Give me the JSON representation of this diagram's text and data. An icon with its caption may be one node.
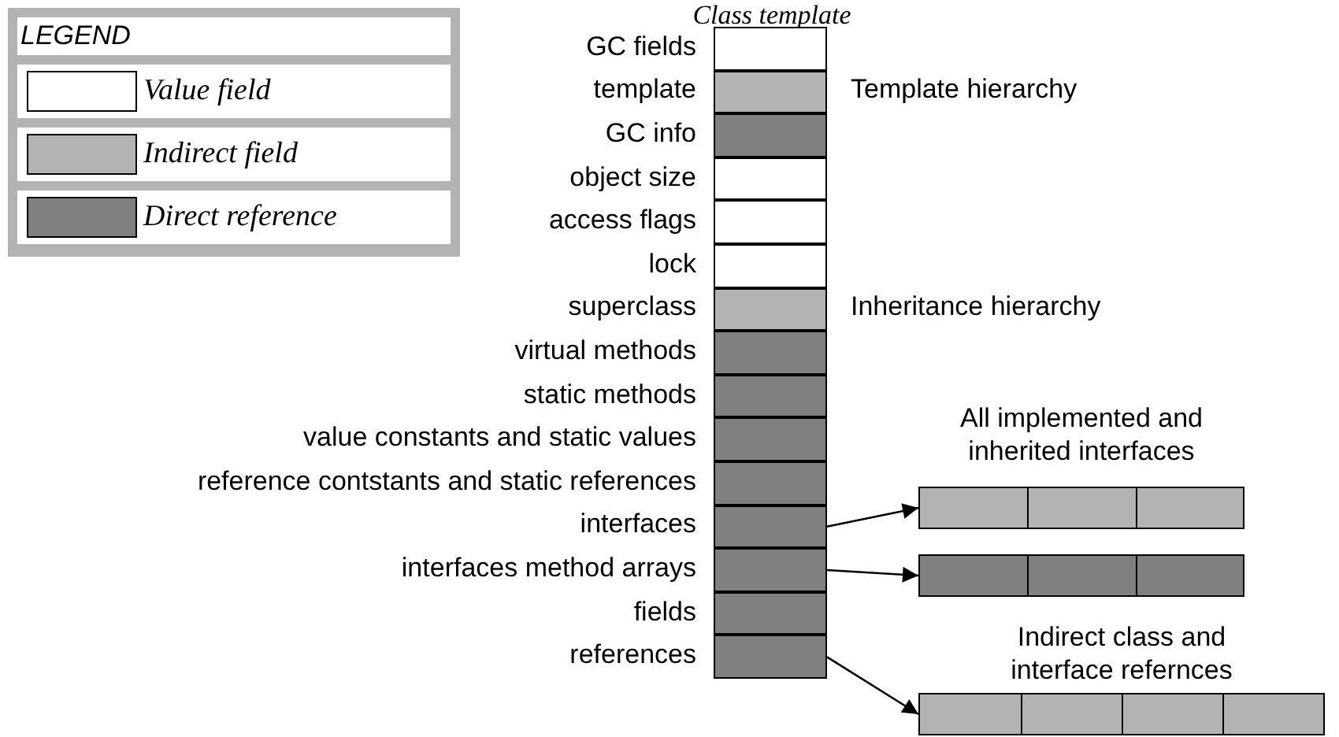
{
  "diagram": {
    "nodes": [
      {
        "text": [
          "Class template"
        ]
      },
      {
        "text": [
          "GC fields"
        ],
        "in": 0
      },
      {
        "text": [
          "template"
        ],
        "in": 0,
        "beside": [
          "Template hierarchy"
        ]
      },
      {
        "text": [
          "GC info"
        ],
        "in": 0
      },
      {
        "text": [
          "object size"
        ],
        "in": 0
      },
      {
        "text": [
          "access flags"
        ],
        "in": 0
      },
      {
        "text": [
          "lock"
        ],
        "in": 0
      },
      {
        "text": [
          "superclass"
        ],
        "in": 0,
        "beside": [
          "Inheritance hierarchy"
        ]
      },
      {
        "text": [
          "virtual methods"
        ],
        "in": 0
      },
      {
        "text": [
          "static methods"
        ],
        "in": 0
      },
      {
        "text": [
          "value constants and static values"
        ],
        "in": 0
      },
      {
        "text": [
          "reference contstants and static references"
        ],
        "in": 0
      },
      {
        "text": [
          "interfaces"
        ],
        "in": 0
      },
      {
        "text": [
          "interfaces method arrays"
        ],
        "in": 0
      },
      {
        "text": [
          "fields"
        ],
        "in": 0
      },
      {
        "text": [
          "references"
        ],
        "in": 0
      },
      {
        "text": [
          "All implemented and inherited interfaces"
        ]
      },
      {
        "text": [],
        "shape": "box",
        "in": 16
      },
      {
        "text": [],
        "shape": "box",
        "in": 16
      },
      {
        "text": [],
        "shape": "box",
        "in": 16
      },
      {
        "text": [],
        "shape": "bar"
      },
      {
        "text": [],
        "shape": "box",
        "in": 20
      },
      {
        "text": [],
        "shape": "box",
        "in": 20
      },
      {
        "text": [],
        "shape": "box",
        "in": 20
      },
      {
        "text": [
          "Indirect class and interface refernces"
        ]
      },
      {
        "text": [],
        "shape": "box",
        "in": 24
      },
      {
        "text": [],
        "shape": "box",
        "in": 24
      },
      {
        "text": [],
        "shape": "box",
        "in": 24
      },
      {
        "text": [],
        "shape": "box",
        "in": 24
      }
    ],
    "edges": [
      {
        "from": 12,
        "to": 16,
        "arrow": "to"
      },
      {
        "from": 13,
        "to": 20,
        "arrow": "to"
      },
      {
        "from": 15,
        "to": 24,
        "arrow": "to"
      }
    ],
    "labels": [
      "LEGEND"
    ],
    "legend": [
      {
        "text": "Value field",
        "color": "#ffffff"
      },
      {
        "text": "Indirect field",
        "color": "#b3b3b3"
      },
      {
        "text": "Direct reference",
        "color": "#808080"
      }
    ]
  }
}
